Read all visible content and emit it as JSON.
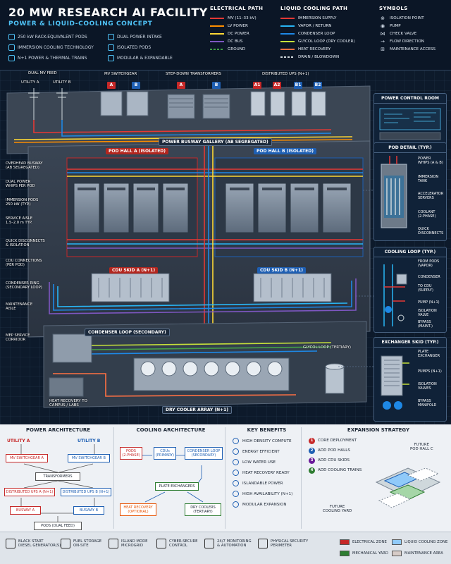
{
  "header": {
    "title": "20 MW RESEARCH AI FACILITY",
    "subtitle": "POWER & LIQUID-COOLING CONCEPT",
    "features": [
      {
        "label": "250 kW RACK-EQUIVALENT PODS",
        "icon": "pod-icon"
      },
      {
        "label": "DUAL POWER INTAKE",
        "icon": "plug-icon"
      },
      {
        "label": "IMMERSION COOLING TECHNOLOGY",
        "icon": "drop-icon"
      },
      {
        "label": "ISOLATED PODS",
        "icon": "shield-icon"
      },
      {
        "label": "N+1 POWER & THERMAL TRAINS",
        "icon": "stack-icon"
      },
      {
        "label": "MODULAR & EXPANDABLE",
        "icon": "cube-icon"
      }
    ]
  },
  "legend": {
    "electrical": {
      "title": "ELECTRICAL PATH",
      "items": [
        {
          "label": "MV (11–33 kV)",
          "color": "#e53935",
          "style": "solid"
        },
        {
          "label": "LV POWER",
          "color": "#ff8f00",
          "style": "solid"
        },
        {
          "label": "DC POWER",
          "color": "#fdd835",
          "style": "solid"
        },
        {
          "label": "DC BUS",
          "color": "#7e57c2",
          "style": "solid"
        },
        {
          "label": "GROUND",
          "color": "#43a047",
          "style": "dashed"
        }
      ]
    },
    "cooling": {
      "title": "LIQUID COOLING PATH",
      "items": [
        {
          "label": "IMMERSION SUPPLY",
          "color": "#e53935",
          "style": "solid"
        },
        {
          "label": "VAPOR / RETURN",
          "color": "#29b6f6",
          "style": "solid"
        },
        {
          "label": "CONDENSER LOOP",
          "color": "#1e88e5",
          "style": "solid"
        },
        {
          "label": "GLYCOL LOOP (DRY COOLER)",
          "color": "#c6e03a",
          "style": "solid"
        },
        {
          "label": "HEAT RECOVERY",
          "color": "#ff7043",
          "style": "solid"
        },
        {
          "label": "DRAIN / BLOWDOWN",
          "color": "#cfd8dc",
          "style": "dashed"
        }
      ]
    },
    "symbols": {
      "title": "SYMBOLS",
      "items": [
        {
          "label": "ISOLATION POINT",
          "glyph": "⊗"
        },
        {
          "label": "PUMP",
          "glyph": "◉"
        },
        {
          "label": "CHECK VALVE",
          "glyph": "⋈"
        },
        {
          "label": "FLOW DIRECTION",
          "glyph": "→"
        },
        {
          "label": "MAINTENANCE ACCESS",
          "glyph": "⊞"
        }
      ]
    }
  },
  "site": {
    "dual_mv_feed": "DUAL MV FEED",
    "utility_a": "UTILITY A",
    "utility_b": "UTILITY B",
    "mv_switchgear": "MV SWITCHGEAR",
    "step_down": "STEP-DOWN TRANSFORMERS",
    "distributed_ups": "DISTRIBUTED UPS (N+1)",
    "power_control_room": "POWER CONTROL ROOM",
    "busway_gallery": "POWER BUSWAY GALLERY (AB SEGREGATED)",
    "pod_hall_a": "POD HALL A (ISOLATED)",
    "pod_hall_b": "POD HALL B (ISOLATED)",
    "cdu_skid_a": "CDU SKID A (N+1)",
    "cdu_skid_b": "CDU SKID B (N+1)",
    "condenser_loop": "CONDENSER LOOP (SECONDARY)",
    "glycol_loop": "GLYCOL LOOP (TERTIARY)",
    "dry_cooler": "DRY COOLER ARRAY (N+1)",
    "heat_recovery": "HEAT RECOVERY TO CAMPUS / LABS",
    "swg_letters": [
      "A",
      "B"
    ],
    "xfmr_letters": [
      "A",
      "B"
    ],
    "ups_letters": [
      "A1",
      "A2",
      "B1",
      "B2"
    ]
  },
  "left_labels": [
    "OVERHEAD BUSWAY\n(AB SEGREGATED)",
    "DUAL POWER\nWHIPS PER POD",
    "IMMERSION PODS\n250 kW (TYP.)",
    "SERVICE AISLE\n1.5–2.0 m TYP.",
    "QUICK DISCONNECTS\n& ISOLATION",
    "CDU CONNECTIONS\n(PER POD)",
    "CONDENSER RING\n(SECONDARY LOOP)",
    "MAINTENANCE\nAISLE",
    "MEP SERVICE\nCORRIDOR"
  ],
  "pod_detail": {
    "title": "POD DETAIL (TYP.)",
    "labels": [
      "POWER\nWHIPS (A & B)",
      "IMMERSION\nTANK",
      "ACCELERATOR\nSERVERS",
      "COOLANT\n(2-PHASE)",
      "QUICK\nDISCONNECTS"
    ]
  },
  "cooling_loop": {
    "title": "COOLING LOOP (TYP.)",
    "labels": [
      "FROM PODS\n(VAPOR)",
      "CONDENSER",
      "TO CDU\n(SUPPLY)",
      "PUMP (N+1)",
      "ISOLATION\nVALVE",
      "BYPASS\n(MAINT.)"
    ]
  },
  "exchanger_skid": {
    "title": "EXCHANGER SKID (TYP.)",
    "labels": [
      "PLATE\nEXCHANGER",
      "PUMPS (N+1)",
      "ISOLATION\nVALVES",
      "BYPASS\nMANIFOLD"
    ]
  },
  "power_arch": {
    "title": "POWER ARCHITECTURE",
    "utility_a": "UTILITY A",
    "utility_b": "UTILITY B",
    "swg_a": "MV SWITCHGEAR A",
    "swg_b": "MV SWITCHGEAR B",
    "transformers": "TRANSFORMERS",
    "ups_a": "DISTRIBUTED UPS A (N+1)",
    "ups_b": "DISTRIBUTED UPS B (N+1)",
    "busway_a": "BUSWAY A",
    "busway_b": "BUSWAY B",
    "pods": "PODS (DUAL FEED)"
  },
  "cooling_arch": {
    "title": "COOLING ARCHITECTURE",
    "pods": "PODS\n(2-PHASE)",
    "cdus": "CDUs\n(PRIMARY)",
    "condenser": "CONDENSER LOOP\n(SECONDARY)",
    "plate": "PLATE EXCHANGERS",
    "heat_recovery": "HEAT RECOVERY\n(OPTIONAL)",
    "dry_coolers": "DRY COOLERS\n(TERTIARY)"
  },
  "benefits": {
    "title": "KEY BENEFITS",
    "items": [
      "HIGH DENSITY COMPUTE",
      "ENERGY EFFICIENT",
      "LOW WATER USE",
      "HEAT RECOVERY READY",
      "ISLANDABLE POWER",
      "HIGH AVAILABILITY (N+1)",
      "MODULAR EXPANSION"
    ]
  },
  "expansion": {
    "title": "EXPANSION STRATEGY",
    "steps": [
      {
        "num": "1",
        "label": "CORE DEPLOYMENT",
        "color": "#c62828"
      },
      {
        "num": "2",
        "label": "ADD POD HALLS",
        "color": "#1e5fb3"
      },
      {
        "num": "3",
        "label": "ADD CDU SKIDS",
        "color": "#6a1b9a"
      },
      {
        "num": "4",
        "label": "ADD COOLING TRAINS",
        "color": "#2e7d32"
      }
    ],
    "future_hall": "FUTURE\nPOD HALL C",
    "future_yard": "FUTURE\nCOOLING YARD"
  },
  "footer": {
    "items": [
      {
        "label": "BLACK START\nDIESEL GENERATOR(S)",
        "icon": "generator-icon"
      },
      {
        "label": "FUEL STORAGE\nON-SITE",
        "icon": "fuel-tank-icon"
      },
      {
        "label": "ISLAND MODE\nMICROGRID",
        "icon": "tower-icon"
      },
      {
        "label": "CYBER-SECURE\nCONTROL",
        "icon": "shield-icon"
      },
      {
        "label": "24/7 MONITORING\n& AUTOMATION",
        "icon": "monitor-icon"
      },
      {
        "label": "PHYSICAL SECURITY\nPERIMETER",
        "icon": "fence-icon"
      }
    ],
    "zones": [
      {
        "label": "ELECTRICAL ZONE",
        "color": "#c62828"
      },
      {
        "label": "LIQUID COOLING ZONE",
        "color": "#90caf9"
      },
      {
        "label": "MECHANICAL YARD",
        "color": "#2e7d32"
      },
      {
        "label": "MAINTENANCE AREA",
        "color": "#d7ccc8"
      }
    ]
  }
}
